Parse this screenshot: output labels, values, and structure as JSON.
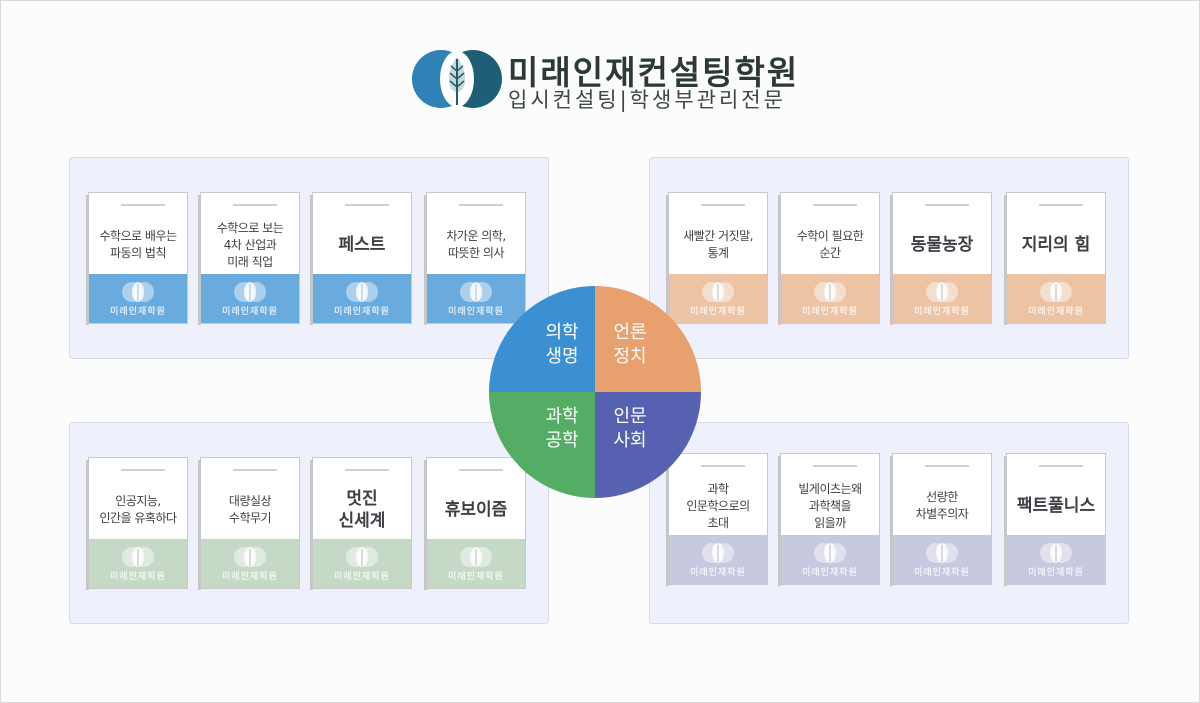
{
  "header": {
    "academy_name": "미래인재컨설팅학원",
    "tagline": "입시컨설팅|학생부관리전문"
  },
  "colors": {
    "medicine": "#3b8fd3",
    "media": "#e7a06e",
    "science": "#55ac64",
    "humanities": "#5761b2",
    "band_blue": "#6aabdf",
    "band_orange": "#ecc3a4",
    "band_green": "#c6d9c6",
    "band_purple": "#c6c9df"
  },
  "wheel": {
    "medicine": "의학\n생명",
    "media": "언론\n정치",
    "science": "과학\n공학",
    "humanities": "인문\n사회"
  },
  "band_text": "미래인재학원",
  "panels": {
    "medicine": {
      "books": [
        {
          "title": "수학으로 배우는\n파동의 법칙",
          "large": false
        },
        {
          "title": "수학으로 보는\n4차 산업과\n미래 직업",
          "large": false
        },
        {
          "title": "페스트",
          "large": true
        },
        {
          "title": "차가운 의학,\n따뜻한 의사",
          "large": false
        }
      ]
    },
    "media": {
      "books": [
        {
          "title": "새빨간 거짓말,\n통계",
          "large": false
        },
        {
          "title": "수학이 필요한\n순간",
          "large": false
        },
        {
          "title": "동물농장",
          "large": true
        },
        {
          "title": "지리의 힘",
          "large": true
        }
      ]
    },
    "science": {
      "books": [
        {
          "title": "인공지능,\n인간을 유혹하다",
          "large": false
        },
        {
          "title": "대량실상\n수학무기",
          "large": false
        },
        {
          "title": "멋진\n신세계",
          "large": true
        },
        {
          "title": "휴보이즘",
          "large": true
        }
      ]
    },
    "humanities": {
      "books": [
        {
          "title": "과학\n인문학으로의\n초대",
          "large": false
        },
        {
          "title": "빌게이츠는왜\n과학책을\n읽을까",
          "large": false
        },
        {
          "title": "선량한\n차별주의자",
          "large": false
        },
        {
          "title": "팩트풀니스",
          "large": true
        }
      ]
    }
  }
}
